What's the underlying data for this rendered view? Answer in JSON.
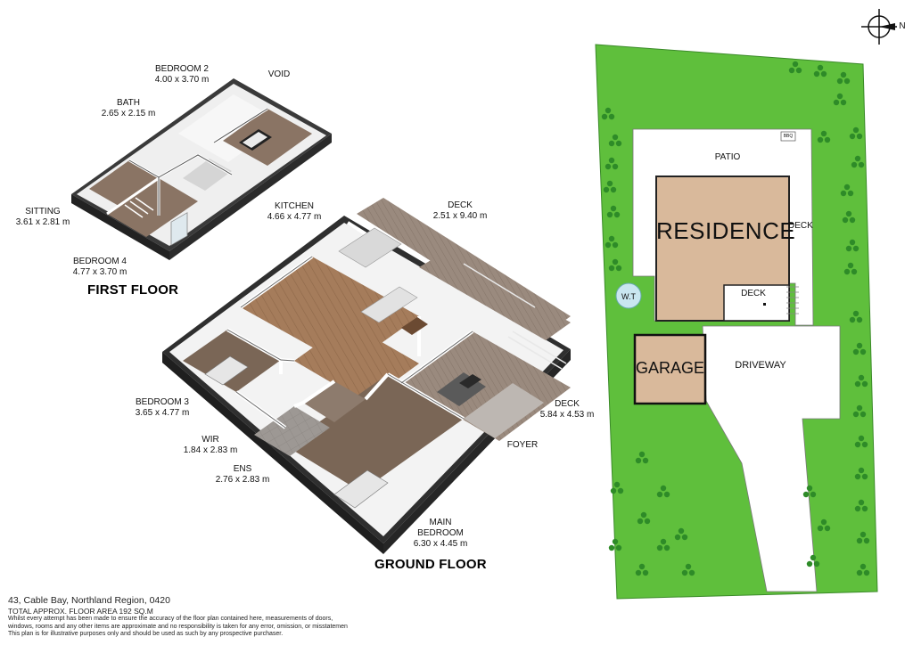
{
  "first_floor": {
    "title": "FIRST FLOOR",
    "rooms": [
      {
        "name": "BEDROOM 2",
        "dims": "4.00 x 3.70 m"
      },
      {
        "name": "VOID",
        "dims": ""
      },
      {
        "name": "BATH",
        "dims": "2.65 x 2.15 m"
      },
      {
        "name": "SITTING",
        "dims": "3.61 x 2.81 m"
      },
      {
        "name": "BEDROOM 4",
        "dims": "4.77 x 3.70 m"
      }
    ]
  },
  "ground_floor": {
    "title": "GROUND FLOOR",
    "rooms": [
      {
        "name": "KITCHEN",
        "dims": "4.66 x 4.77 m"
      },
      {
        "name": "DECK",
        "dims": "2.51 x 9.40 m"
      },
      {
        "name": "BEDROOM 3",
        "dims": "3.65 x 4.77 m"
      },
      {
        "name": "DECK",
        "dims": "5.84 x 4.53 m"
      },
      {
        "name": "WIR",
        "dims": "1.84 x 2.83 m"
      },
      {
        "name": "FOYER",
        "dims": ""
      },
      {
        "name": "ENS",
        "dims": "2.76 x 2.83 m"
      },
      {
        "name": "MAIN",
        "name2": "BEDROOM",
        "dims": "6.30 x 4.45 m"
      }
    ]
  },
  "site_plan": {
    "residence": "RESIDENCE",
    "garage": "GARAGE",
    "patio": "PATIO",
    "deck_right": "DECK",
    "deck_inner": "DECK",
    "driveway": "DRIVEWAY",
    "water_tank": "W.T",
    "bbq": "BBQ",
    "north": "N",
    "colors": {
      "lawn": "#5fbf3c",
      "residence": "#d9b99b",
      "garage": "#d9b99b",
      "tree": "#2e8b28",
      "tank": "#c9e6f0"
    }
  },
  "footer": {
    "address": "43, Cable Bay, Northland Region, 0420",
    "total_area": "TOTAL APPROX. FLOOR AREA 192 SQ.M",
    "disclaimer": [
      "Whilst every attempt has been made to ensure the accuracy of the floor plan contained here, measurements of doors,",
      "windows, rooms and any other items are approximate and no responsibility is taken for any error, omission, or misstatemen",
      "This plan is for illustrative purposes only and should be used as such by any prospective purchaser."
    ]
  }
}
